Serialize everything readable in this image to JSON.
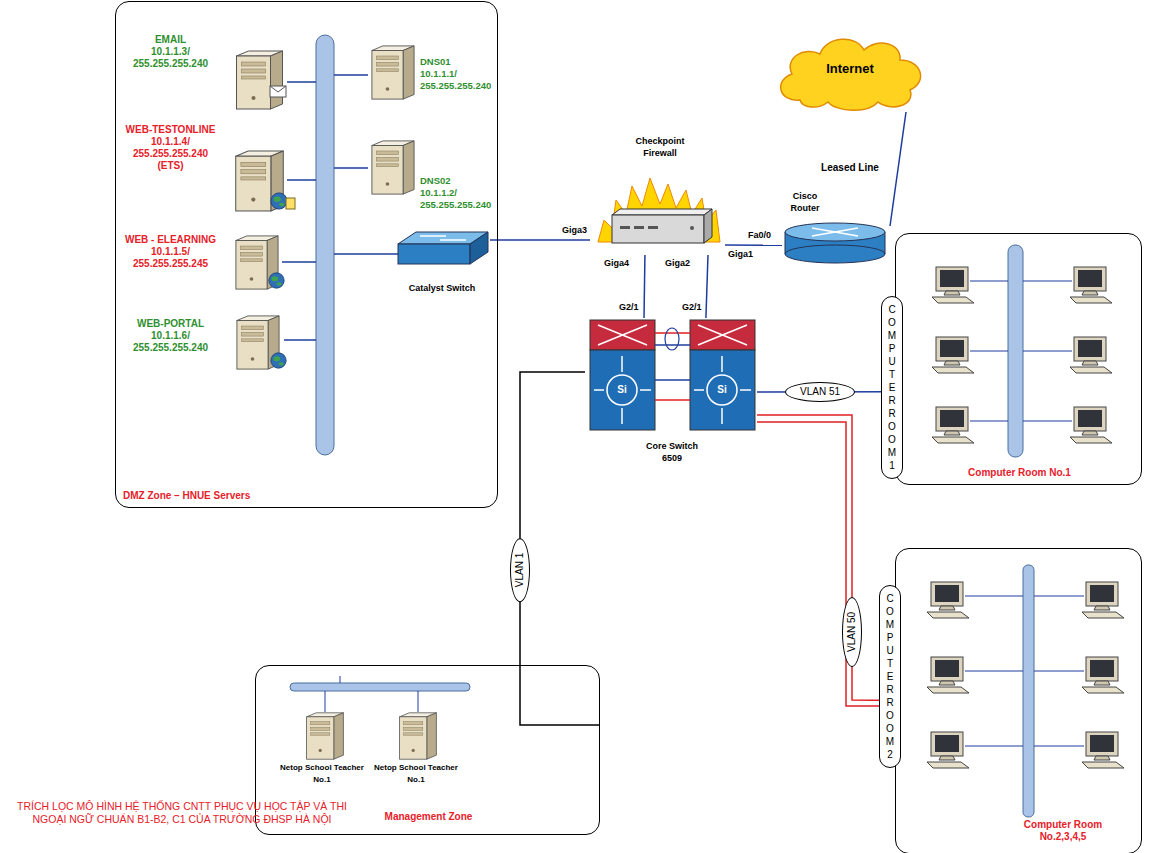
{
  "diagram": {
    "caption": "TRÍCH LỌC MÔ HÌNH HỆ THỐNG CNTT PHỤC VỤ HỌC TẬP VÀ THI NGOẠI NGỮ CHUẨN B1-B2, C1 CỦA TRƯỜNG ĐHSP HÀ NỘI",
    "nodes": [
      {
        "text": [
          "DMZ Zone – HNUE Servers"
        ]
      },
      {
        "text": [
          "EMAIL 10.1.1.3/ 255.255.255.240"
        ],
        "in": 0
      },
      {
        "text": [
          "WEB-TESTONLINE 10.1.1.4/ 255.255.255.240 (ETS)"
        ],
        "in": 0
      },
      {
        "text": [
          "WEB - ELEARNING 10.1.1.5/ 255.255.255.245"
        ],
        "in": 0
      },
      {
        "text": [
          "WEB-PORTAL 10.1.1.6/ 255.255.255.240"
        ],
        "in": 0
      },
      {
        "text": [
          "DNS01 10.1.1.1/ 255.255.255.240"
        ],
        "in": 0
      },
      {
        "text": [
          "DNS02 10.1.1.2/ 255.255.255.240"
        ],
        "in": 0
      },
      {
        "text": [
          "Catalyst Switch"
        ],
        "in": 0
      },
      {
        "text": [
          "Checkpoint Firewall"
        ]
      },
      {
        "text": [
          "Cisco Router"
        ]
      },
      {
        "text": [
          "Internet"
        ]
      },
      {
        "text": [
          "Core Switch 6509"
        ]
      },
      {
        "text": [
          "Management Zone"
        ]
      },
      {
        "text": [
          "Netop School Teacher No.1"
        ],
        "in": 12
      },
      {
        "text": [
          "Netop School Teacher No.1"
        ],
        "in": 12
      },
      {
        "text": [
          "Computer Room No.1"
        ]
      },
      {
        "text": [
          "Computer Room No.2,3,4,5"
        ]
      }
    ],
    "edges": [
      {
        "from": 7,
        "to": 8,
        "arrow": "none"
      },
      {
        "from": 8,
        "to": 9,
        "arrow": "none"
      },
      {
        "from": 9,
        "to": 10,
        "label": "Leased Line",
        "arrow": "none"
      },
      {
        "from": 8,
        "to": 11,
        "arrow": "none"
      },
      {
        "from": 8,
        "to": 11,
        "arrow": "none"
      },
      {
        "from": 11,
        "to": 12,
        "label": "VLAN 1",
        "arrow": "none"
      },
      {
        "from": 11,
        "to": 15,
        "label": "VLAN 51",
        "arrow": "none"
      },
      {
        "from": 11,
        "to": 16,
        "label": "VLAN 50",
        "arrow": "none"
      }
    ],
    "labels": [
      "Giga3",
      "Giga4",
      "Giga2",
      "Giga1",
      "Fa0/0",
      "G2/1",
      "G2/1",
      "COMPUTERROOM1",
      "COMPUTERROOM2",
      "Si",
      "Si"
    ]
  }
}
